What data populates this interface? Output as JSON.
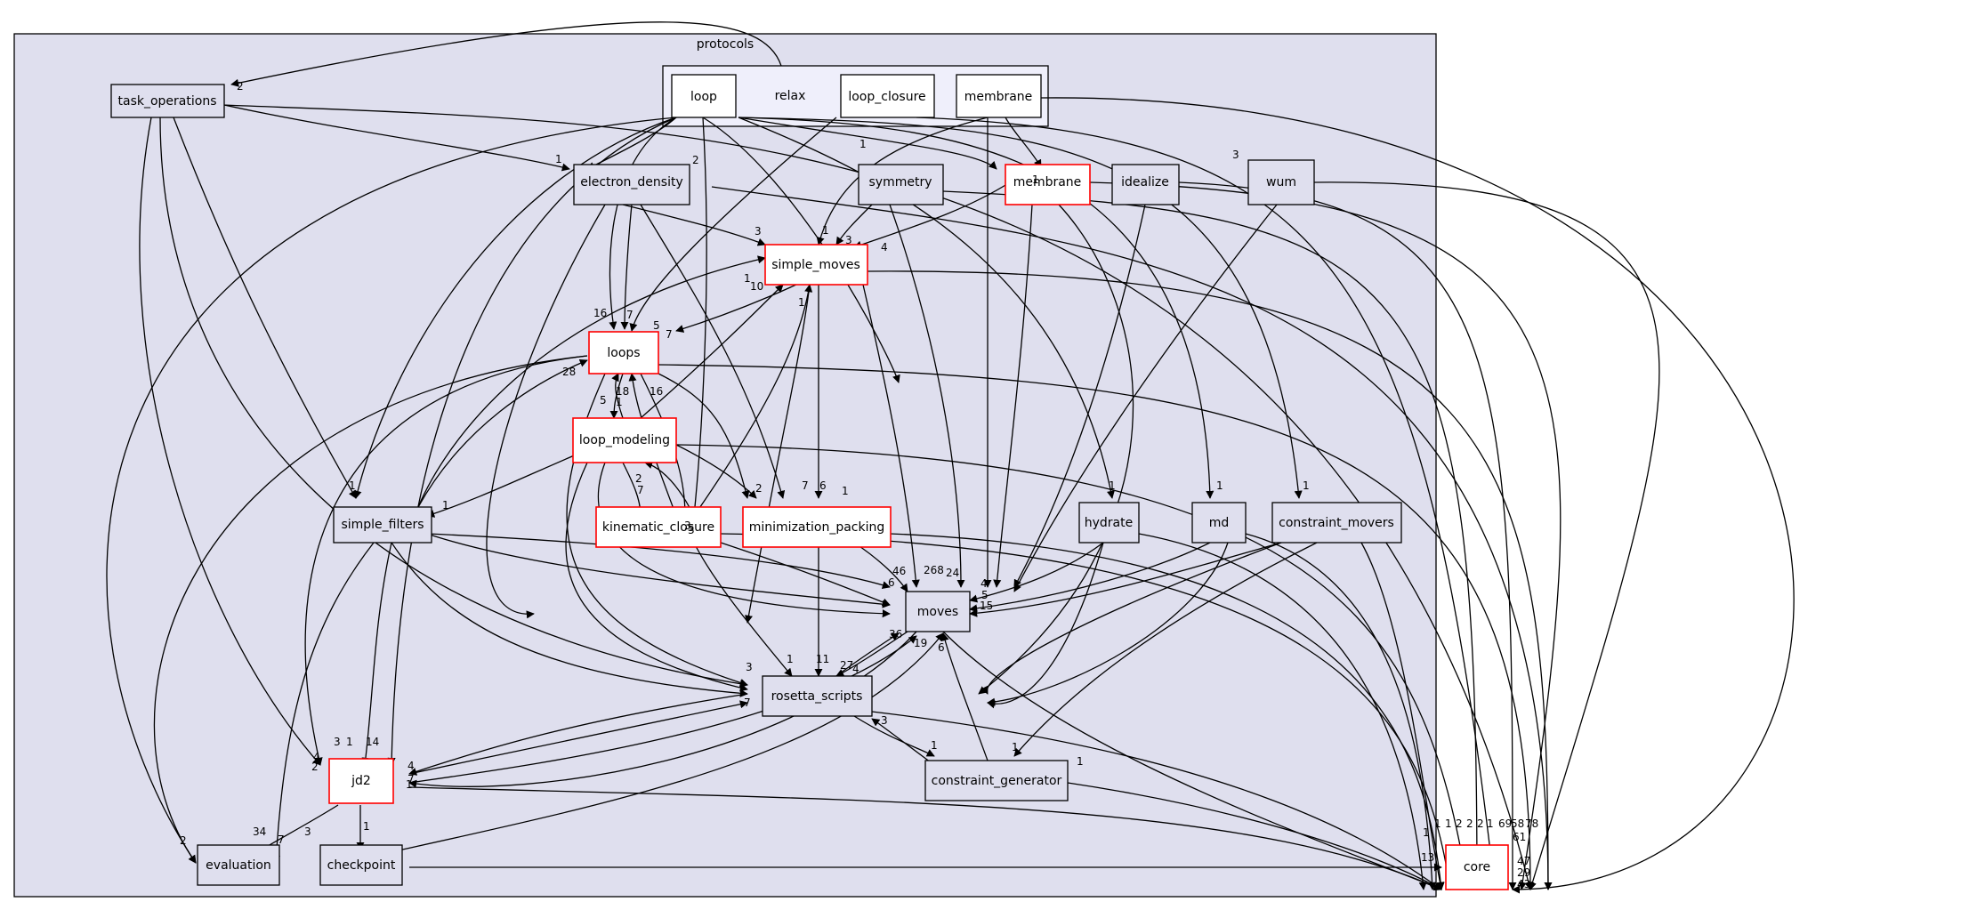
{
  "diagram": {
    "clusters": {
      "protocols": "protocols",
      "relax": "relax"
    },
    "nodes": {
      "task_operations": "task_operations",
      "loop": "loop",
      "loop_closure": "loop_closure",
      "membrane_sub": "membrane",
      "electron_density": "electron_density",
      "symmetry": "symmetry",
      "membrane": "membrane",
      "idealize": "idealize",
      "wum": "wum",
      "simple_moves": "simple_moves",
      "loops": "loops",
      "loop_modeling": "loop_modeling",
      "simple_filters": "simple_filters",
      "kinematic_closure": "kinematic_closure",
      "minimization_packing": "minimization_packing",
      "hydrate": "hydrate",
      "md": "md",
      "constraint_movers": "constraint_movers",
      "moves": "moves",
      "rosetta_scripts": "rosetta_scripts",
      "jd2": "jd2",
      "constraint_generator": "constraint_generator",
      "evaluation": "evaluation",
      "checkpoint": "checkpoint",
      "core": "core"
    },
    "edge_labels": [
      "2",
      "2",
      "1",
      "1",
      "3",
      "1",
      "3",
      "4",
      "1",
      "3",
      "16",
      "7",
      "5",
      "7",
      "10",
      "28",
      "18",
      "1",
      "5",
      "16",
      "1",
      "1",
      "1",
      "2",
      "7",
      "2",
      "6",
      "7",
      "1",
      "1",
      "1",
      "1",
      "3",
      "3",
      "1",
      "6",
      "46",
      "268",
      "24",
      "4",
      "5",
      "15",
      "3",
      "1",
      "11",
      "27",
      "4",
      "36",
      "19",
      "6",
      "7",
      "3",
      "1",
      "1",
      "4",
      "7",
      "1",
      "1",
      "3",
      "1",
      "14",
      "4",
      "2",
      "34",
      "7",
      "3",
      "2",
      "1",
      "13",
      "1",
      "1",
      "1",
      "2",
      "2",
      "2",
      "1",
      "69",
      "58",
      "78",
      "61",
      "47",
      "29",
      "43"
    ],
    "colors": {
      "cluster_fill": "#dfdfee",
      "relax_fill": "#efeffb",
      "highlight_border": "#ff0000",
      "edge": "#000000"
    }
  }
}
